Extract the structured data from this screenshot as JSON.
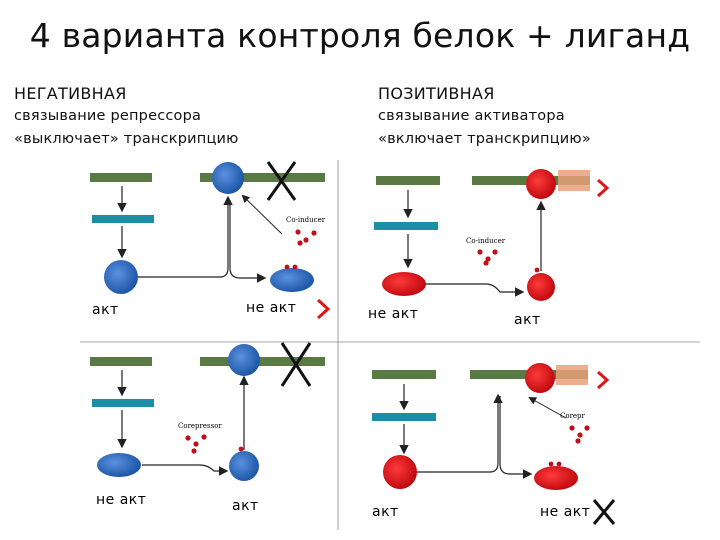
{
  "title": "4 варианта контроля белок + лиганд",
  "negative": {
    "heading": "НЕГАТИВНАЯ",
    "desc_line1": "связывание репрессора",
    "desc_line2": "«выключает» транскрипцию"
  },
  "positive": {
    "heading": "ПОЗИТИВНАЯ",
    "desc_line1": "связывание активатора",
    "desc_line2": "«включает транскрипцию»"
  },
  "panels": {
    "top_left": {
      "left_state": "акт",
      "right_state": "не акт",
      "ligand": "Co-inducer"
    },
    "top_right": {
      "left_state": "не акт",
      "right_state": "акт",
      "ligand": "Co-inducer"
    },
    "bottom_left": {
      "left_state": "не акт",
      "right_state": "акт",
      "ligand": "Corepressor"
    },
    "bottom_right": {
      "left_state": "акт",
      "right_state": "не акт",
      "ligand": "Corepr"
    }
  },
  "colors": {
    "repressor": "#2f6fc4",
    "activator": "#e0141b",
    "dna": "#4d6b3a",
    "gene": "#1b8fa8",
    "arrow": "#222222",
    "highlight": "#e0141b"
  }
}
